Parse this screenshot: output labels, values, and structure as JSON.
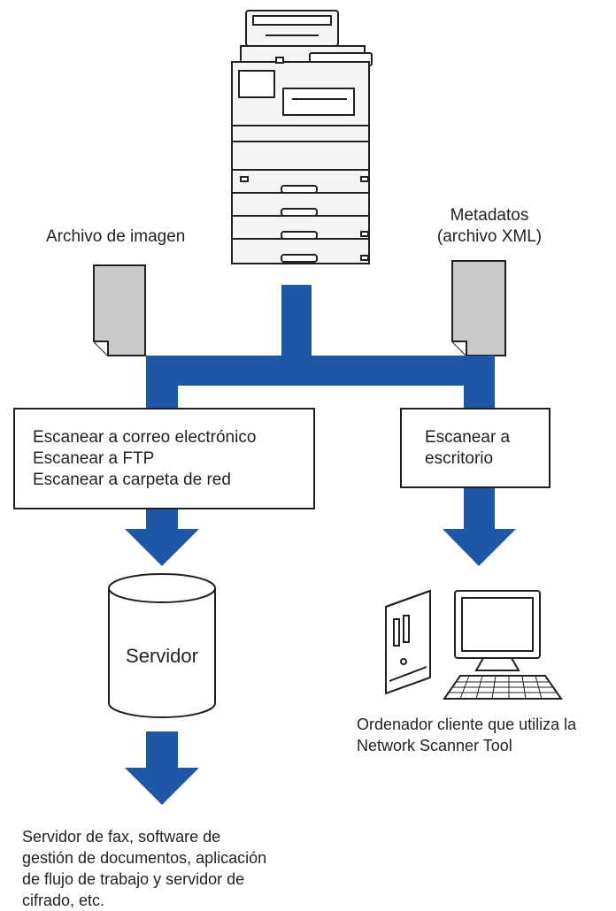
{
  "labels": {
    "image_file": "Archivo de imagen",
    "metadata": "Metadatos\n(archivo XML)",
    "server": "Servidor",
    "client_pc": "Ordenador cliente que utiliza la\nNetwork Scanner Tool",
    "destinations": "Servidor de fax, software de\ngestión de documentos, aplicación\nde flujo de trabajo y servidor de\ncifrado, etc."
  },
  "boxes": {
    "left": "Escanear a correo electrónico\nEscanear a FTP\nEscanear a carpeta de red",
    "right": "Escanear a\nescritorio"
  },
  "colors": {
    "flow": "#1f56a6",
    "outline": "#231f20",
    "document": "#c8c9cb",
    "machine": "#f4f4f4"
  },
  "icons": [
    "printer-icon",
    "document-icon",
    "database-icon",
    "desktop-computer-icon",
    "flow-arrow"
  ]
}
